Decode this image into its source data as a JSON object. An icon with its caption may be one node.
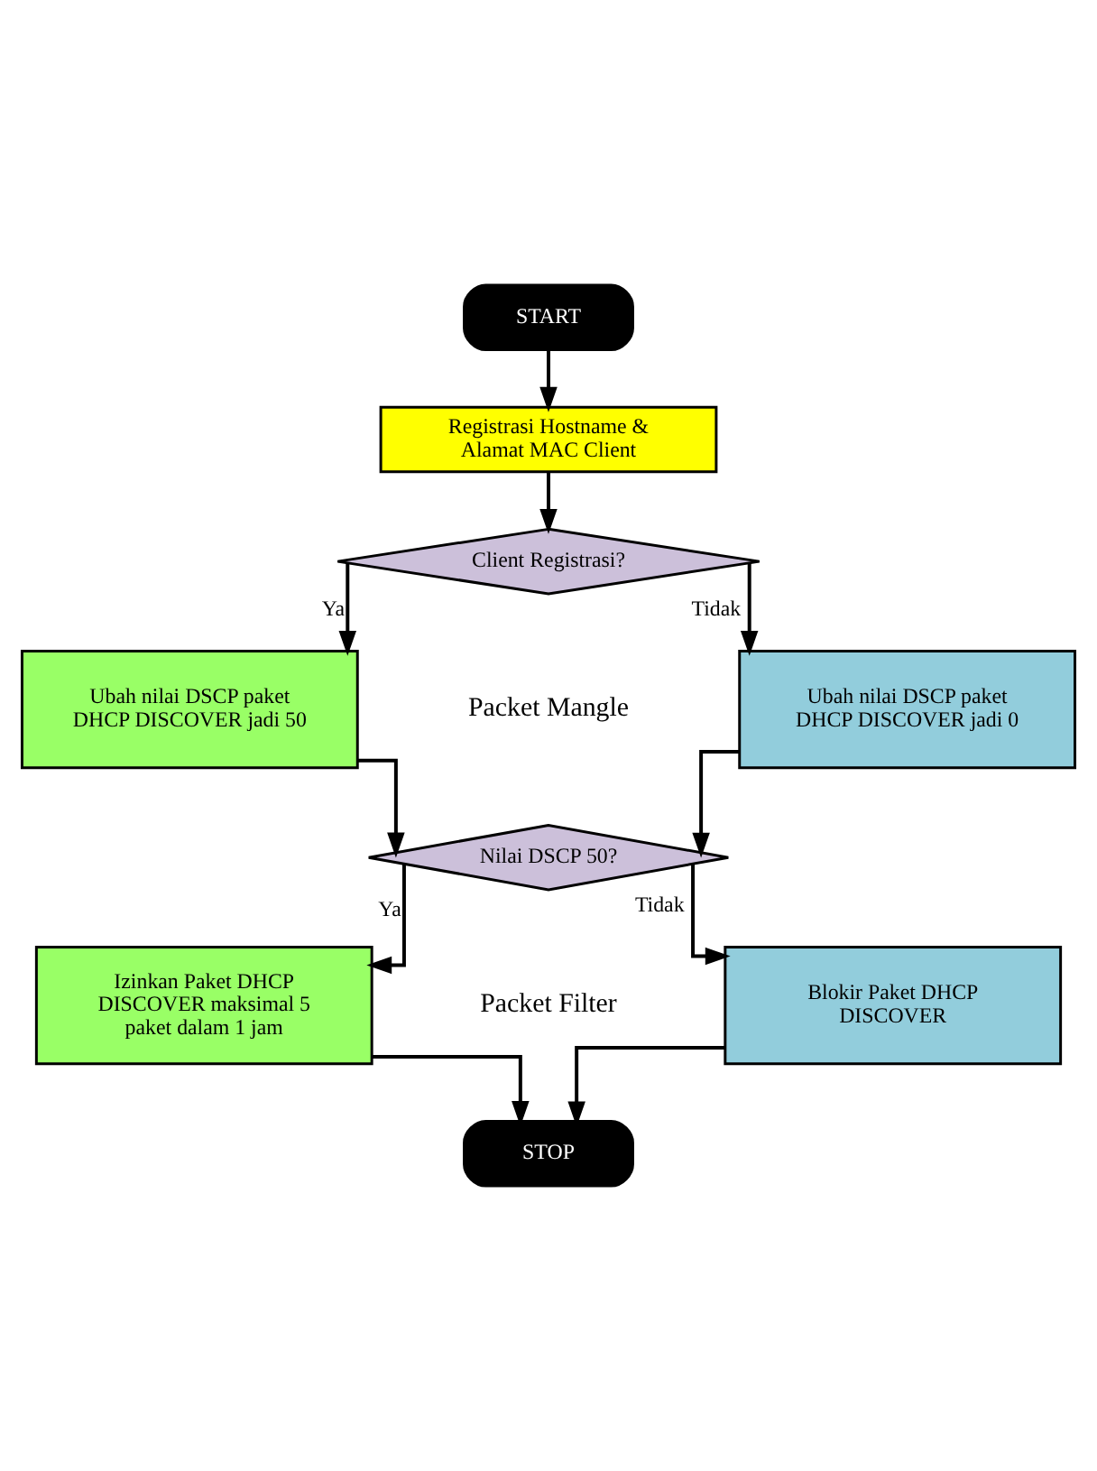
{
  "diagram": {
    "nodes": [
      {
        "text": [
          "START"
        ]
      },
      {
        "text": [
          "Registrasi Hostname & Alamat MAC Client"
        ]
      },
      {
        "text": [
          "Client Registrasi?"
        ]
      },
      {
        "text": [
          "Ubah nilai DSCP paket DHCP DISCOVER jadi 50"
        ]
      },
      {
        "text": [
          "Ubah nilai DSCP paket DHCP DISCOVER jadi 0"
        ]
      },
      {
        "text": [
          "Nilai DSCP 50?"
        ]
      },
      {
        "text": [
          "Izinkan Paket DHCP DISCOVER maksimal 5 paket dalam 1 jam"
        ]
      },
      {
        "text": [
          "Blokir Paket DHCP DISCOVER"
        ]
      },
      {
        "text": [
          "STOP"
        ]
      }
    ],
    "edges": [
      {
        "from": 0,
        "to": 1,
        "arrow": "to"
      },
      {
        "from": 1,
        "to": 2,
        "arrow": "to"
      },
      {
        "from": 2,
        "to": 3,
        "arrow": "to",
        "label": "Ya"
      },
      {
        "from": 2,
        "to": 4,
        "arrow": "to",
        "label": "Tidak"
      },
      {
        "from": 3,
        "to": 5,
        "arrow": "to"
      },
      {
        "from": 4,
        "to": 5,
        "arrow": "to"
      },
      {
        "from": 5,
        "to": 6,
        "arrow": "to",
        "label": "Ya"
      },
      {
        "from": 5,
        "to": 7,
        "arrow": "to",
        "label": "Tidak"
      },
      {
        "from": 6,
        "to": 8,
        "arrow": "to"
      },
      {
        "from": 7,
        "to": 8,
        "arrow": "to"
      }
    ],
    "labels": [
      "Packet Mangle",
      "Packet Filter"
    ]
  }
}
